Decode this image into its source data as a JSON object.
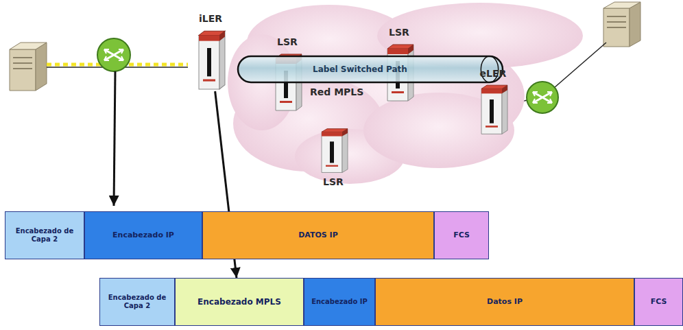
{
  "diagram": {
    "nodes": [
      {
        "text": [
          "iLER"
        ]
      },
      {
        "text": [
          "Red MPLS"
        ]
      },
      {
        "text": [
          "LSR"
        ],
        "in": 1
      },
      {
        "text": [
          "LSR"
        ],
        "in": 1
      },
      {
        "text": [
          "Label Switched Path"
        ],
        "in": 1
      },
      {
        "text": [
          "LSR"
        ],
        "in": 1
      },
      {
        "text": [
          "eLER"
        ]
      },
      {
        "text": [
          "Encabezado de Capa 2"
        ]
      },
      {
        "text": [
          "Encabezado IP"
        ]
      },
      {
        "text": [
          "DATOS IP"
        ]
      },
      {
        "text": [
          "FCS"
        ]
      },
      {
        "text": [
          "Encabezado de Capa 2"
        ]
      },
      {
        "text": [
          "Encabezado MPLS"
        ]
      },
      {
        "text": [
          "Encabezado IP"
        ]
      },
      {
        "text": [
          "Datos IP"
        ]
      },
      {
        "text": [
          "FCS"
        ]
      }
    ],
    "edges": [
      {
        "from": 0,
        "to": 2,
        "arrow": "none"
      },
      {
        "from": 2,
        "to": 5,
        "arrow": "none"
      },
      {
        "from": 5,
        "to": 3,
        "arrow": "none"
      },
      {
        "from": 3,
        "to": 6,
        "arrow": "none"
      },
      {
        "from": 0,
        "to": 12,
        "arrow": "to"
      }
    ]
  }
}
